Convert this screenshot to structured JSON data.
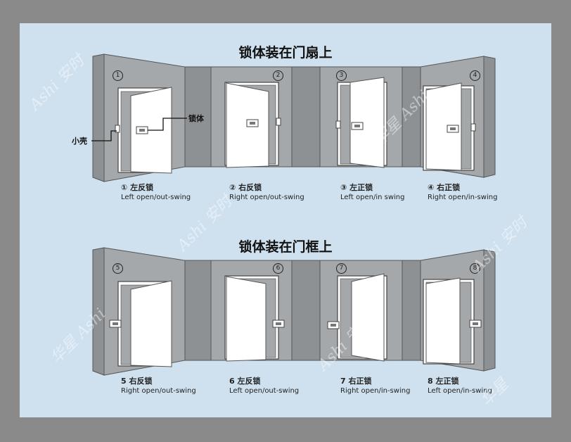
{
  "section1": {
    "title": "锁体装在门扇上"
  },
  "section2": {
    "title": "锁体装在门框上"
  },
  "callouts": {
    "lock_body": "锁体",
    "small_case": "小壳"
  },
  "panels": [
    {
      "num": "1",
      "zh": "① 左反锁",
      "en": "Left open/out-swing"
    },
    {
      "num": "2",
      "zh": "② 右反锁",
      "en": "Right open/out-swing"
    },
    {
      "num": "3",
      "zh": "③ 左正锁",
      "en": "Left open/in swing"
    },
    {
      "num": "4",
      "zh": "④ 右正锁",
      "en": "Right open/in-swing"
    },
    {
      "num": "5",
      "zh": "5  右反锁",
      "en": "Right open/out-swing"
    },
    {
      "num": "6",
      "zh": "6  左反锁",
      "en": "Left open/out-swing"
    },
    {
      "num": "7",
      "zh": "7  右正锁",
      "en": "Right open/in-swing"
    },
    {
      "num": "8",
      "zh": "8  左正锁",
      "en": "Left open/in-swing"
    }
  ],
  "watermark": {
    "brand_en": "Ashi",
    "brand_zh": "安时",
    "brand_zh2": "华星"
  },
  "colors": {
    "wall": "#a4a8ab",
    "wall_dark": "#8d9194",
    "door": "#ffffff",
    "background": "#cfe1ef"
  }
}
